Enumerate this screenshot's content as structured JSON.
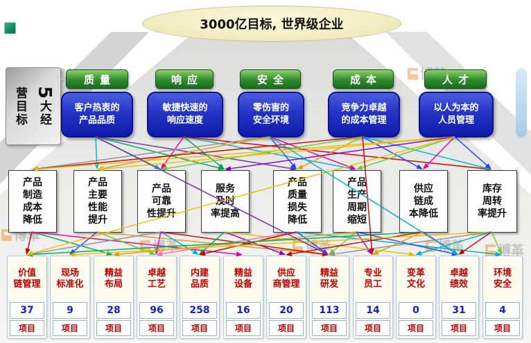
{
  "vision": {
    "title": "3000亿目标, 世界级企业"
  },
  "goals_label": {
    "number": "5",
    "number_suffix": "大经",
    "second_column": "营目标"
  },
  "pillars": [
    {
      "header": "质量",
      "body": "客户热衷的\n产品品质"
    },
    {
      "header": "响应",
      "body": "敏捷快速的\n响应速度"
    },
    {
      "header": "安全",
      "body": "零伤害的\n安全环境"
    },
    {
      "header": "成本",
      "body": "竞争力卓越\n的成本管理"
    },
    {
      "header": "人才",
      "body": "以人为本的\n人员管理"
    }
  ],
  "metrics": [
    {
      "label": "产品\n制造\n成本\n降低"
    },
    {
      "label": "产品\n主要\n性能\n提升"
    },
    {
      "label": "产品\n可靠\n性提升"
    },
    {
      "label": "服务\n及时\n率提高"
    },
    {
      "label": "产品\n质量\n损失\n降低"
    },
    {
      "label": "产品\n生产\n周期\n缩短"
    },
    {
      "label": "供应\n链成\n本降低"
    },
    {
      "label": "库存\n周转\n率提升"
    }
  ],
  "programs": [
    {
      "name": "价值\n链管理",
      "count": "37",
      "unit": "项目"
    },
    {
      "name": "现场\n标准化",
      "count": "9",
      "unit": "项目"
    },
    {
      "name": "精益\n布局",
      "count": "28",
      "unit": "项目"
    },
    {
      "name": "卓越\n工艺",
      "count": "96",
      "unit": "项目"
    },
    {
      "name": "内建\n品质",
      "count": "258",
      "unit": "项目"
    },
    {
      "name": "精益\n设备",
      "count": "16",
      "unit": "项目"
    },
    {
      "name": "供应\n商管理",
      "count": "20",
      "unit": "项目"
    },
    {
      "name": "精益\n研发",
      "count": "113",
      "unit": "项目"
    },
    {
      "name": "专业\n员工",
      "count": "14",
      "unit": "项目"
    },
    {
      "name": "变革\n文化",
      "count": "0",
      "unit": "项目"
    },
    {
      "name": "卓越\n绩效",
      "count": "31",
      "unit": "项目"
    },
    {
      "name": "环境\n安全",
      "count": "4",
      "unit": "项目"
    }
  ],
  "watermark": {
    "text": "博革"
  },
  "colors": {
    "pillar_header_green": "#2e8b2e",
    "pillar_body_blue": "#2534c8",
    "program_name_red": "#c00000",
    "program_count_blue": "#1520c0"
  },
  "arrows": {
    "objective_to_metric": [
      [
        0,
        1,
        "#00b0c8"
      ],
      [
        0,
        2,
        "#00b0c8"
      ],
      [
        0,
        3,
        "#00a550"
      ],
      [
        0,
        4,
        "#7030a0"
      ],
      [
        1,
        2,
        "#e000a0"
      ],
      [
        1,
        3,
        "#00a550"
      ],
      [
        1,
        5,
        "#00b0c8"
      ],
      [
        1,
        7,
        "#c00000"
      ],
      [
        2,
        0,
        "#909090"
      ],
      [
        2,
        1,
        "#d4a017"
      ],
      [
        2,
        4,
        "#2040ff"
      ],
      [
        2,
        5,
        "#e000a0"
      ],
      [
        3,
        0,
        "#c00000"
      ],
      [
        3,
        2,
        "#66cc33"
      ],
      [
        3,
        4,
        "#d4a017"
      ],
      [
        3,
        6,
        "#2040ff"
      ],
      [
        3,
        7,
        "#00b0c8"
      ],
      [
        4,
        0,
        "#e8c000"
      ],
      [
        4,
        1,
        "#e8c000"
      ],
      [
        4,
        3,
        "#8000c0"
      ],
      [
        4,
        5,
        "#66cc33"
      ],
      [
        4,
        6,
        "#e000a0"
      ],
      [
        4,
        7,
        "#2040ff"
      ]
    ],
    "metric_to_program": [
      [
        0,
        0,
        "#c00000"
      ],
      [
        0,
        2,
        "#00a550"
      ],
      [
        0,
        5,
        "#e000a0"
      ],
      [
        1,
        1,
        "#2040ff"
      ],
      [
        1,
        3,
        "#66cc33"
      ],
      [
        1,
        7,
        "#d4a017"
      ],
      [
        2,
        0,
        "#909090"
      ],
      [
        2,
        3,
        "#e000a0"
      ],
      [
        2,
        4,
        "#00b0c8"
      ],
      [
        2,
        7,
        "#c00000"
      ],
      [
        3,
        4,
        "#00a550"
      ],
      [
        3,
        6,
        "#8000c0"
      ],
      [
        3,
        9,
        "#e8c000"
      ],
      [
        4,
        3,
        "#ff66b2"
      ],
      [
        4,
        4,
        "#c00000"
      ],
      [
        4,
        7,
        "#2040ff"
      ],
      [
        4,
        11,
        "#00b0c8"
      ],
      [
        5,
        2,
        "#d4a017"
      ],
      [
        5,
        7,
        "#66cc33"
      ],
      [
        5,
        8,
        "#e000a0"
      ],
      [
        5,
        10,
        "#2040ff"
      ],
      [
        6,
        0,
        "#00a550"
      ],
      [
        6,
        6,
        "#c00000"
      ],
      [
        6,
        8,
        "#d4a017"
      ],
      [
        6,
        10,
        "#e000a0"
      ],
      [
        7,
        1,
        "#e8c000"
      ],
      [
        7,
        7,
        "#909090"
      ],
      [
        7,
        9,
        "#00b0c8"
      ],
      [
        7,
        10,
        "#c00000"
      ],
      [
        7,
        11,
        "#66cc33"
      ]
    ],
    "objective_to_program": [
      [
        4,
        0,
        "#e8c000"
      ],
      [
        3,
        8,
        "#c00000"
      ],
      [
        2,
        10,
        "#00b0c8"
      ],
      [
        0,
        7,
        "#7030a0"
      ]
    ]
  }
}
